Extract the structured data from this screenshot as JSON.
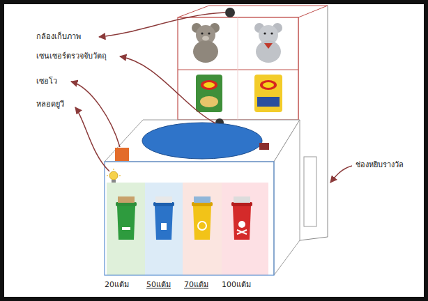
{
  "diagram": {
    "labels": [
      "กล้องเก็บภาพ",
      "เซนเซอร์ตรวจจับวัตถุ",
      "เซอโว",
      "หลอดยูวี",
      "ช่องหยิบรางวัล",
      "20แต้ม",
      "50แต้ม",
      "70แต้ม",
      "100แต้ม"
    ]
  }
}
